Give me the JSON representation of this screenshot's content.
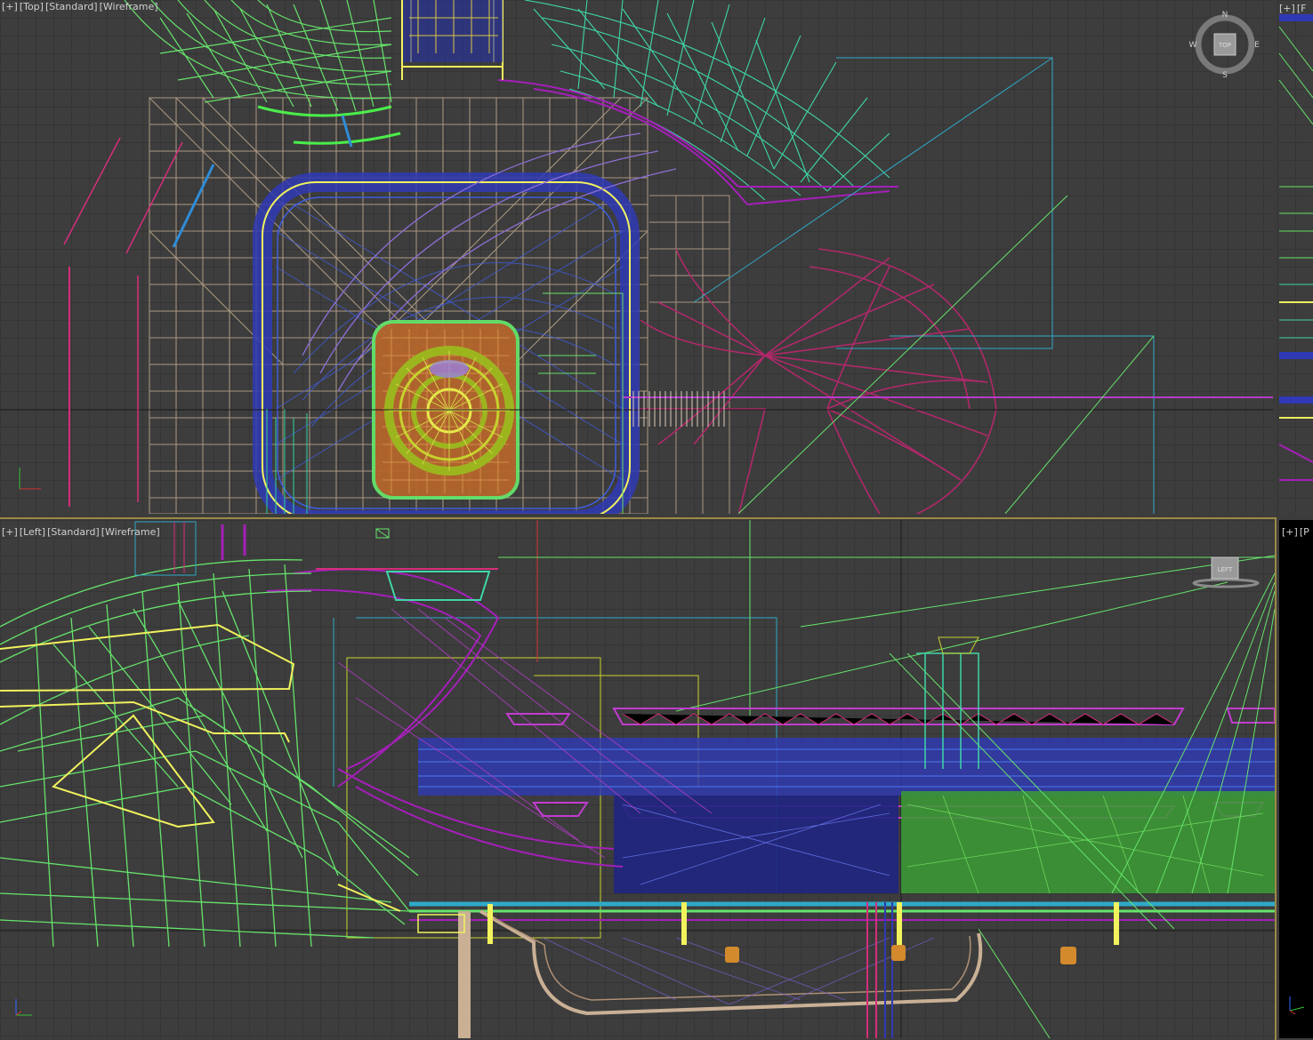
{
  "viewports": {
    "top": {
      "label_parts": [
        "[+]",
        "[Top]",
        "[Standard]",
        "[Wireframe]"
      ],
      "viewcube": {
        "face": "TOP",
        "north": "N",
        "south": "S",
        "east": "E",
        "west": "W"
      }
    },
    "left": {
      "label_parts": [
        "[+]",
        "[Left]",
        "[Standard]",
        "[Wireframe]"
      ],
      "viewcube": {
        "face": "LEFT"
      }
    },
    "front_partial": {
      "label_parts": [
        "[+]",
        "[F"
      ]
    },
    "persp_partial": {
      "label_parts": [
        "[+]",
        "[P"
      ]
    }
  },
  "colors": {
    "viewport_bg": "#3d3d3d",
    "active_border": "#9c8a45",
    "wire_green": "#66e36b",
    "wire_teal": "#3fd6a8",
    "wire_purple": "#a51fb9",
    "wire_blue": "#2f39b5",
    "wire_yellow": "#f2f25e",
    "wire_tan": "#c9b095",
    "wire_magenta": "#d42e7a",
    "wire_cyan": "#2fa9c8"
  }
}
